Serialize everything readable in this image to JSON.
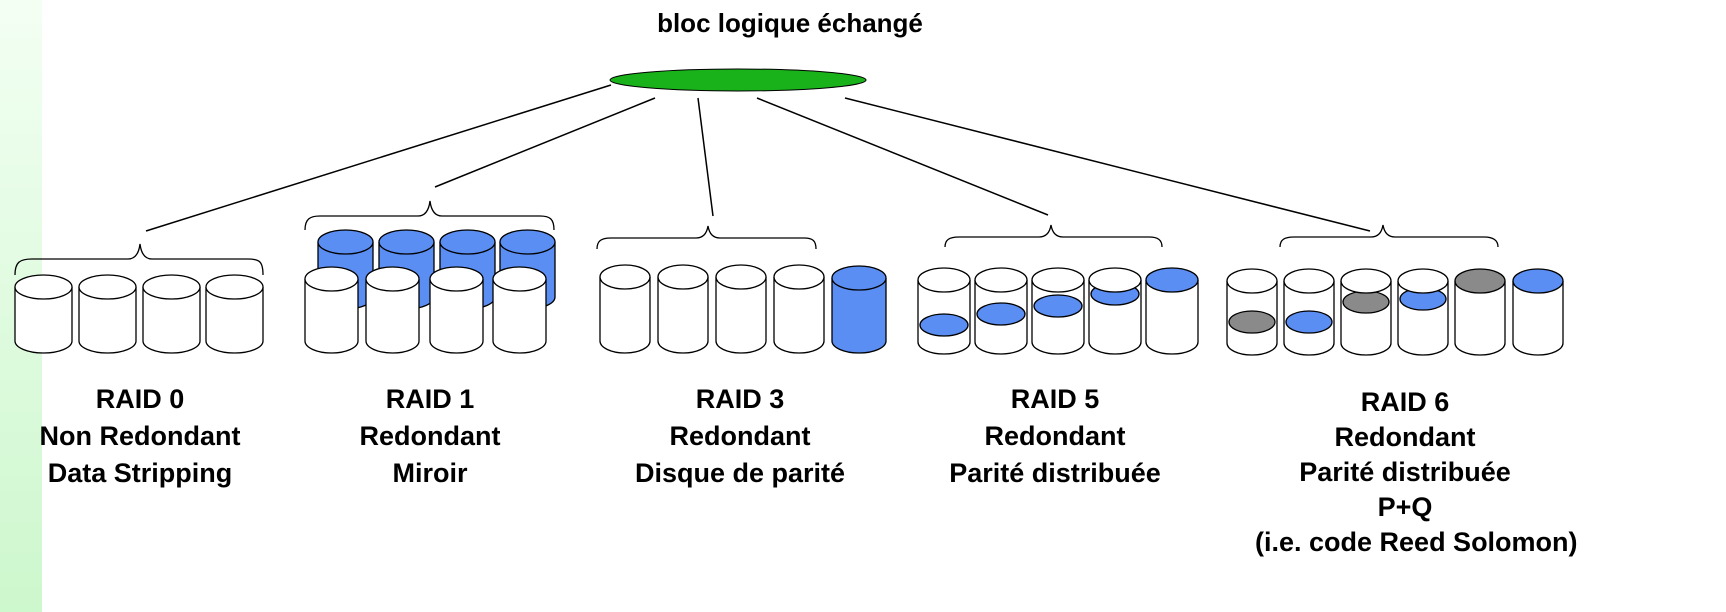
{
  "title": "bloc logique échangé",
  "colors": {
    "root_node": "#19b21b",
    "data_block": "#5b8ef2",
    "parity_block": "#8a8a8a",
    "disk_fill": "#ffffff",
    "line": "#000000"
  },
  "raid_levels": [
    {
      "name": "RAID 0",
      "lines": [
        "Non Redondant",
        "Data Stripping"
      ],
      "disks": 4
    },
    {
      "name": "RAID 1",
      "lines": [
        "Redondant",
        "Miroir"
      ],
      "disks": 8
    },
    {
      "name": "RAID 3",
      "lines": [
        "Redondant",
        "Disque de parité"
      ],
      "disks": 5
    },
    {
      "name": "RAID 5",
      "lines": [
        "Redondant",
        "Parité distribuée"
      ],
      "disks": 5
    },
    {
      "name": "RAID 6",
      "lines": [
        "Redondant",
        "Parité distribuée",
        "P+Q",
        "(i.e. code Reed Solomon)"
      ],
      "disks": 6
    }
  ]
}
